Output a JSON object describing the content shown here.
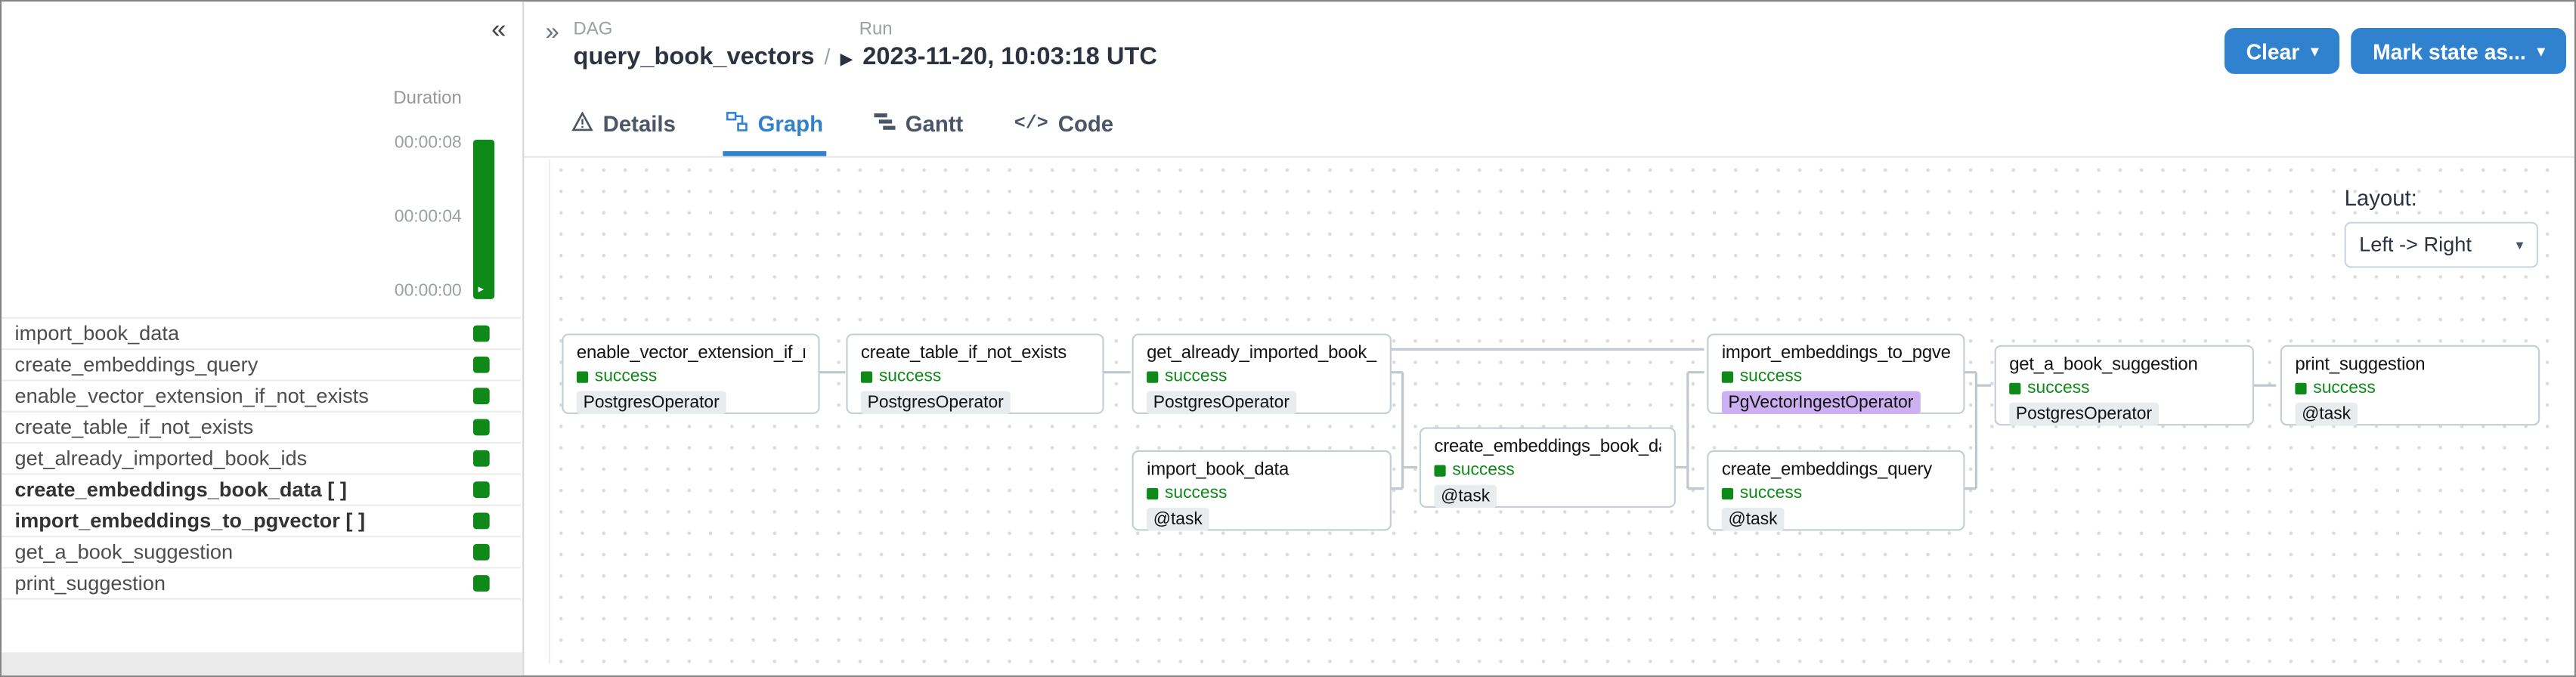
{
  "colors": {
    "success_green": "#0f8a19",
    "primary_blue": "#3182ce",
    "pgvector_badge_bg": "#cdb0f2"
  },
  "icons": {
    "collapse_panel": "«",
    "expand_panel": "»",
    "play": "▶",
    "caret": "▾",
    "select_chevron": "▾",
    "run_bar_marker": "▸",
    "code": "</>"
  },
  "left_panel": {
    "duration_label": "Duration",
    "axis_ticks": [
      "00:00:08",
      "00:00:04",
      "00:00:00"
    ],
    "tasks": [
      {
        "name": "import_book_data"
      },
      {
        "name": "create_embeddings_query"
      },
      {
        "name": "enable_vector_extension_if_not_exists"
      },
      {
        "name": "create_table_if_not_exists"
      },
      {
        "name": "get_already_imported_book_ids"
      },
      {
        "name": "create_embeddings_book_data [ ]"
      },
      {
        "name": "import_embeddings_to_pgvector [ ]"
      },
      {
        "name": "get_a_book_suggestion"
      },
      {
        "name": "print_suggestion"
      }
    ]
  },
  "header": {
    "dag_label": "DAG",
    "dag_name": "query_book_vectors",
    "separator": "/",
    "run_label": "Run",
    "run_timestamp": "2023-11-20, 10:03:18 UTC",
    "clear_button": "Clear",
    "mark_state_button": "Mark state as..."
  },
  "tabs": [
    {
      "label": "Details"
    },
    {
      "label": "Graph"
    },
    {
      "label": "Gantt"
    },
    {
      "label": "Code"
    }
  ],
  "canvas": {
    "layout_label": "Layout:",
    "layout_value": "Left -> Right",
    "nodes": [
      {
        "title": "enable_vector_extension_if_n...",
        "status": "success",
        "operator": "PostgresOperator"
      },
      {
        "title": "create_table_if_not_exists",
        "status": "success",
        "operator": "PostgresOperator"
      },
      {
        "title": "get_already_imported_book_ids",
        "status": "success",
        "operator": "PostgresOperator"
      },
      {
        "title": "import_book_data",
        "status": "success",
        "operator": "@task"
      },
      {
        "title": "create_embeddings_book_da...",
        "status": "success",
        "operator": "@task"
      },
      {
        "title": "import_embeddings_to_pgve...",
        "status": "success",
        "operator": "PgVectorIngestOperator"
      },
      {
        "title": "create_embeddings_query",
        "status": "success",
        "operator": "@task"
      },
      {
        "title": "get_a_book_suggestion",
        "status": "success",
        "operator": "PostgresOperator"
      },
      {
        "title": "print_suggestion",
        "status": "success",
        "operator": "@task"
      }
    ]
  }
}
